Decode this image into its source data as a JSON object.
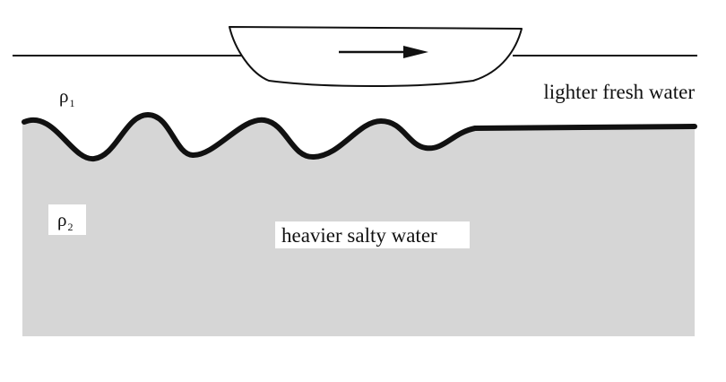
{
  "labels": {
    "upper_layer": "lighter fresh water",
    "lower_layer": "heavier salty water",
    "rho_upper_symbol": "ρ",
    "rho_upper_sub": "1",
    "rho_lower_symbol": "ρ",
    "rho_lower_sub": "2"
  },
  "icons": {
    "boat": "boat-hull-icon",
    "direction": "arrow-right-icon"
  },
  "colors": {
    "salty_water_fill": "#d6d6d6",
    "lines": "#111111",
    "background": "#ffffff"
  }
}
